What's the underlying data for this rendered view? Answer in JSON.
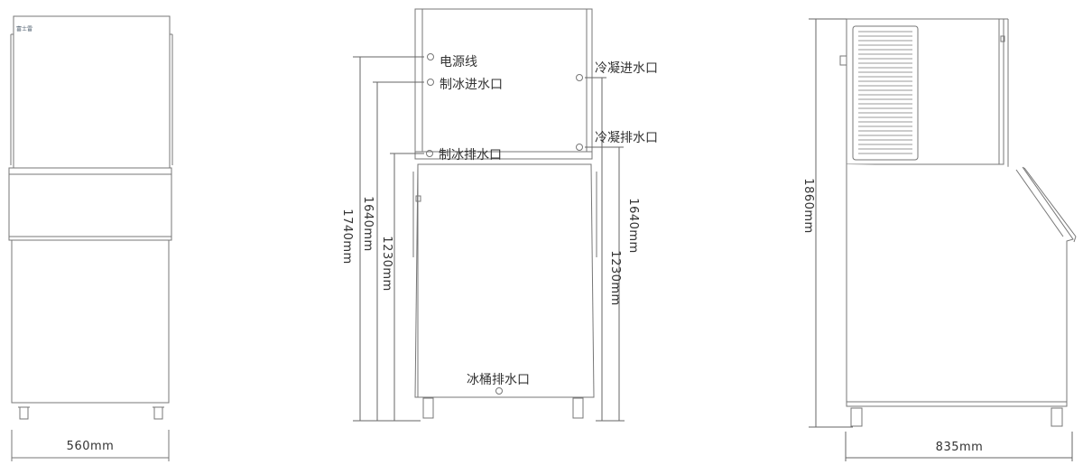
{
  "front_view": {
    "brand_mark": "富士雷",
    "width_label": "560mm"
  },
  "back_view": {
    "labels": {
      "power_cord": "电源线",
      "ice_water_inlet": "制冰进水口",
      "ice_drain": "制冰排水口",
      "condenser_inlet": "冷凝进水口",
      "condenser_drain": "冷凝排水口",
      "bin_drain": "冰桶排水口"
    },
    "dimensions": {
      "left_outer": "1740mm",
      "left_middle": "1640mm",
      "left_inner": "1230mm",
      "right_outer": "1640mm",
      "right_inner": "1230mm"
    }
  },
  "side_view": {
    "height_label": "1860mm",
    "depth_label": "835mm"
  },
  "colors": {
    "outline": "#777777",
    "dimension_line": "#666666",
    "text": "#333333",
    "panel_fill": "#ffffff"
  }
}
